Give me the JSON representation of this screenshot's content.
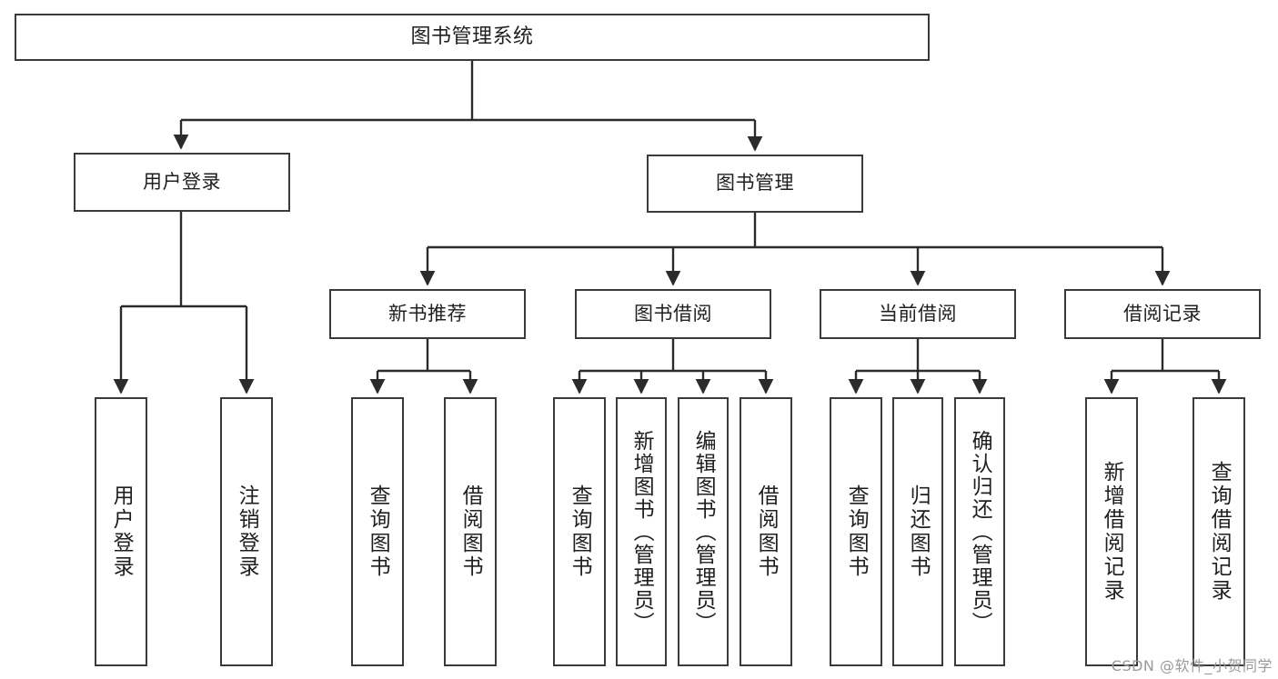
{
  "diagram": {
    "title": "图书管理系统",
    "type": "tree-hierarchy",
    "watermark": "CSDN @软件_小贺同学",
    "colors": {
      "background": "#ffffff",
      "box_border": "#3a3a3a",
      "box_fill": "#ffffff",
      "connector": "#2b2b2b",
      "text": "#1f1f1f",
      "watermark": "#9a9a9a"
    },
    "levels": {
      "root": {
        "label": "图书管理系统"
      },
      "level2": [
        {
          "id": "login",
          "label": "用户登录"
        },
        {
          "id": "bookmgmt",
          "label": "图书管理"
        }
      ],
      "level3": [
        {
          "id": "newbook",
          "label": "新书推荐",
          "parent": "bookmgmt"
        },
        {
          "id": "borrow",
          "label": "图书借阅",
          "parent": "bookmgmt"
        },
        {
          "id": "current",
          "label": "当前借阅",
          "parent": "bookmgmt"
        },
        {
          "id": "records",
          "label": "借阅记录",
          "parent": "bookmgmt"
        }
      ],
      "leaves": [
        {
          "id": "leaf-user-login",
          "label": "用户登录",
          "parent": "login"
        },
        {
          "id": "leaf-user-logout",
          "label": "注销登录",
          "parent": "login"
        },
        {
          "id": "leaf-nb-query",
          "label": "查询图书",
          "parent": "newbook"
        },
        {
          "id": "leaf-nb-borrow",
          "label": "借阅图书",
          "parent": "newbook"
        },
        {
          "id": "leaf-bo-query",
          "label": "查询图书",
          "parent": "borrow"
        },
        {
          "id": "leaf-bo-add",
          "label": "新增图书（管理员）",
          "parent": "borrow"
        },
        {
          "id": "leaf-bo-edit",
          "label": "编辑图书（管理员）",
          "parent": "borrow"
        },
        {
          "id": "leaf-bo-borrow",
          "label": "借阅图书",
          "parent": "borrow"
        },
        {
          "id": "leaf-cu-query",
          "label": "查询图书",
          "parent": "current"
        },
        {
          "id": "leaf-cu-return",
          "label": "归还图书",
          "parent": "current"
        },
        {
          "id": "leaf-cu-confirm",
          "label": "确认归还（管理员）",
          "parent": "current"
        },
        {
          "id": "leaf-rc-add",
          "label": "新增借阅记录",
          "parent": "records"
        },
        {
          "id": "leaf-rc-query",
          "label": "查询借阅记录",
          "parent": "records"
        }
      ]
    }
  }
}
